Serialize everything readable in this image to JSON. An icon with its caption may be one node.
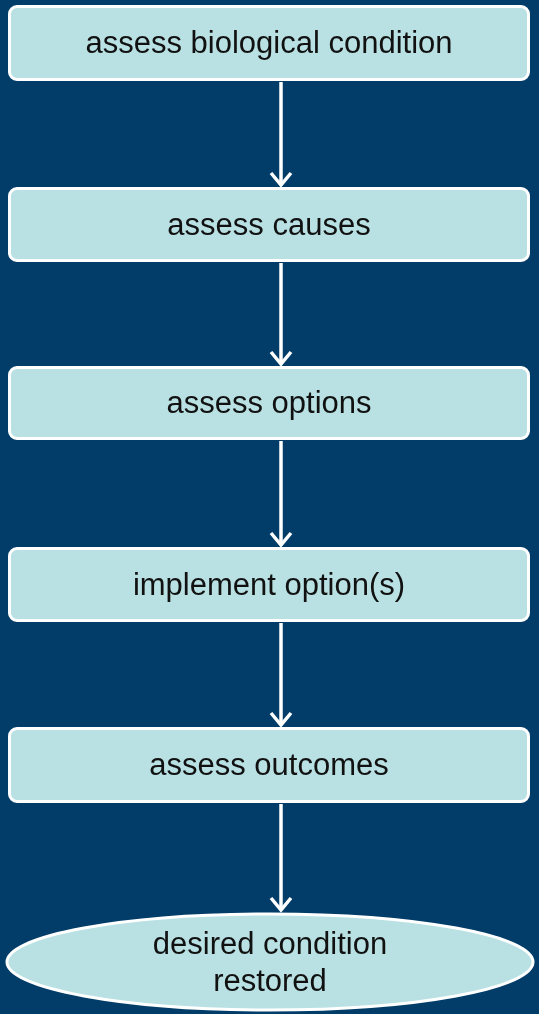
{
  "diagram": {
    "nodes": [
      {
        "text": [
          "assess biological condition"
        ]
      },
      {
        "text": [
          "assess causes"
        ]
      },
      {
        "text": [
          "assess options"
        ]
      },
      {
        "text": [
          "implement option(s)"
        ]
      },
      {
        "text": [
          "assess outcomes"
        ]
      },
      {
        "text": [
          "desired condition restored"
        ]
      }
    ],
    "edges": [
      {
        "from": 0,
        "to": 1,
        "arrow": "to"
      },
      {
        "from": 1,
        "to": 2,
        "arrow": "to"
      },
      {
        "from": 2,
        "to": 3,
        "arrow": "to"
      },
      {
        "from": 3,
        "to": 4,
        "arrow": "to"
      },
      {
        "from": 4,
        "to": 5,
        "arrow": "to"
      }
    ]
  }
}
